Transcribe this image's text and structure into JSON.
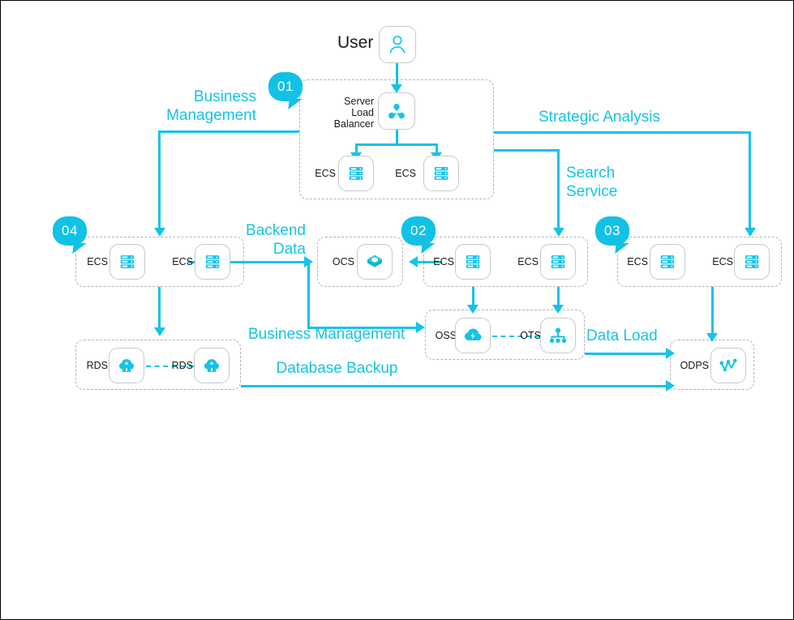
{
  "diagram": {
    "title": "Cloud Architecture Flow",
    "accent_color": "#14c3e8",
    "node_border_color": "#c6c9cc",
    "group_border_color": "#b3b3b3",
    "text_color": "#1a1a1a"
  },
  "actor": {
    "label": "User",
    "icon": "user-icon"
  },
  "groups": [
    {
      "badge": "01"
    },
    {
      "badge": "02"
    },
    {
      "badge": "03"
    },
    {
      "badge": "04"
    }
  ],
  "nodes": {
    "slb": {
      "label": "Server\nLoad\nBalancer",
      "icon": "load-balancer-icon"
    },
    "ecs01a": {
      "label": "ECS",
      "icon": "server-icon"
    },
    "ecs01b": {
      "label": "ECS",
      "icon": "server-icon"
    },
    "ecs04a": {
      "label": "ECS",
      "icon": "server-icon"
    },
    "ecs04b": {
      "label": "ECS",
      "icon": "server-icon"
    },
    "ocs": {
      "label": "OCS",
      "icon": "cache-box-icon"
    },
    "ecs02a": {
      "label": "ECS",
      "icon": "server-icon"
    },
    "ecs02b": {
      "label": "ECS",
      "icon": "server-icon"
    },
    "ecs03a": {
      "label": "ECS",
      "icon": "server-icon"
    },
    "ecs03b": {
      "label": "ECS",
      "icon": "server-icon"
    },
    "rdsa": {
      "label": "RDS",
      "icon": "database-icon"
    },
    "rdsb": {
      "label": "RDS",
      "icon": "database-icon"
    },
    "oss": {
      "label": "OSS",
      "icon": "cloud-storage-icon"
    },
    "ots": {
      "label": "OTS",
      "icon": "table-store-icon"
    },
    "odps": {
      "label": "ODPS",
      "icon": "analytics-icon"
    }
  },
  "flows": {
    "business_management_left": "Business\nManagement",
    "strategic_analysis": "Strategic Analysis",
    "search_service": "Search\nService",
    "backend_data": "Backend\nData",
    "business_management_mid": "Business  Management",
    "database_backup": "Database Backup",
    "data_load": "Data Load"
  }
}
